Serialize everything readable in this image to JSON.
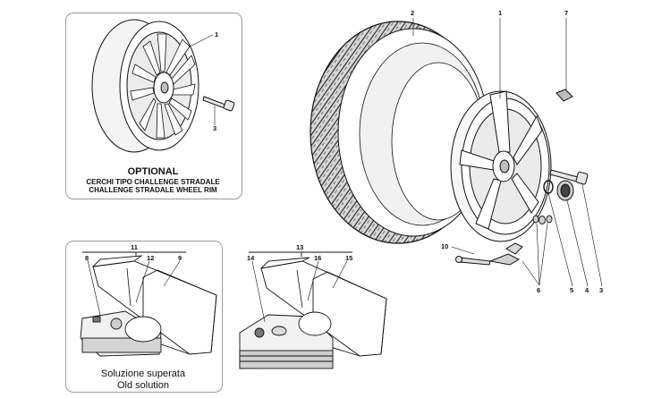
{
  "optional_inset": {
    "title": "OPTIONAL",
    "line1": "CERCHI TIPO CHALLENGE STRADALE",
    "line2": "CHALLENGE STRADALE WHEEL RIM"
  },
  "old_solution_inset": {
    "line1": "Soluzione superata",
    "line2": "Old solution"
  },
  "callouts": {
    "inset_rim": "1",
    "inset_bolt": "3",
    "tyre": "2",
    "rim": "1",
    "emblem": "7",
    "valve_assy": "10",
    "valve_parts": "6",
    "washer": "5",
    "cap": "4",
    "bolt": "3",
    "kit_old": "11",
    "old_compressor": "8",
    "old_tube": "12",
    "old_bag": "9",
    "kit_new": "13",
    "new_compressor": "14",
    "new_tube": "16",
    "new_bag": "15"
  }
}
